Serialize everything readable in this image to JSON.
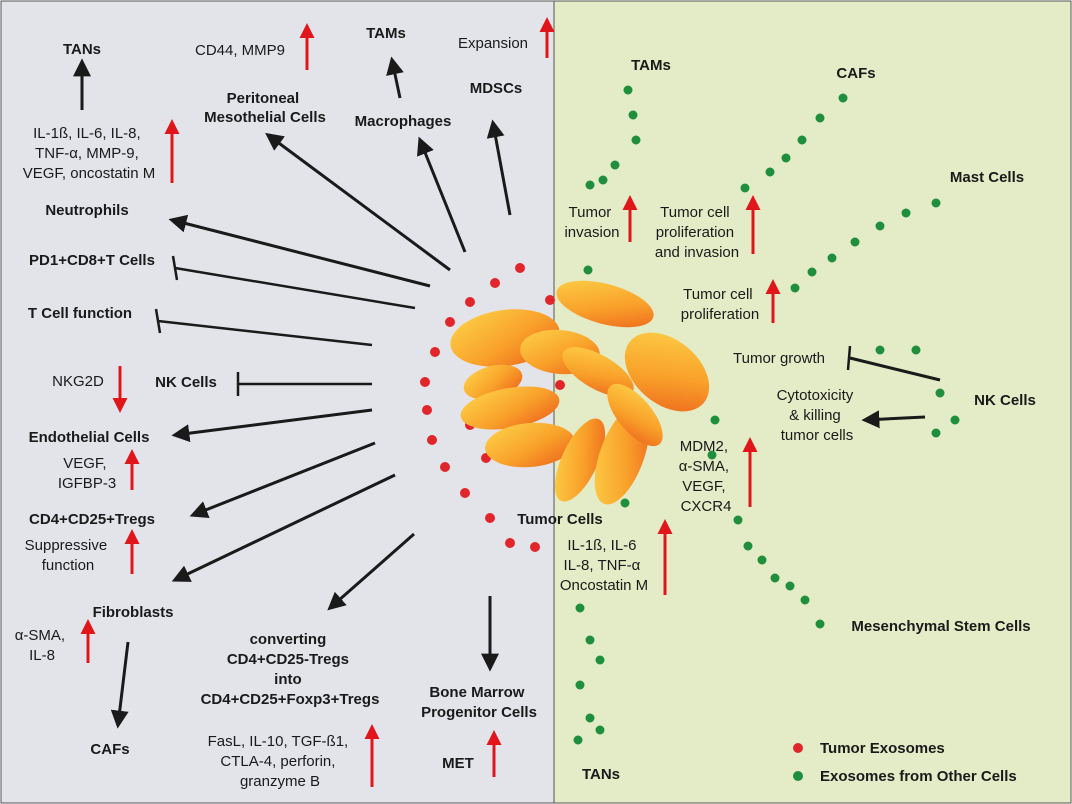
{
  "colors": {
    "left_panel": "#e3e4ea",
    "right_panel": "#e4ebc7",
    "tumor_exosome": "#e0262a",
    "other_exosome": "#1f8f3e",
    "up_arrow": "#e0161b",
    "arrow": "#1a1a1a",
    "tumor_cell_light": "#fbc02d",
    "tumor_cell_dark": "#ef6c1a"
  },
  "left": {
    "tans": "TANs",
    "tans_factors": [
      "IL-1ß, IL-6, IL-8,",
      "TNF-α, MMP-9,",
      "VEGF, oncostatin M"
    ],
    "neutrophils": "Neutrophils",
    "cd44": "CD44, MMP9",
    "peritoneal": [
      "Peritoneal",
      "Mesothelial Cells"
    ],
    "tams": "TAMs",
    "macrophages": "Macrophages",
    "expansion": "Expansion",
    "mdscs": "MDSCs",
    "pd1": "PD1+CD8+T Cells",
    "tcell": "T Cell function",
    "nkg2d": "NKG2D",
    "nk": "NK Cells",
    "endothelial": "Endothelial Cells",
    "endo_factors": [
      "VEGF,",
      "IGFBP-3"
    ],
    "tregs": "CD4+CD25+Tregs",
    "suppressive": [
      "Suppressive",
      "function"
    ],
    "fibroblasts": "Fibroblasts",
    "fibro_factors": [
      "α-SMA,",
      "IL-8"
    ],
    "cafs": "CAFs",
    "converting": [
      "converting",
      "CD4+CD25-Tregs",
      "into",
      "CD4+CD25+Foxp3+Tregs"
    ],
    "conv_factors": [
      "FasL, IL-10, TGF-ß1,",
      "CTLA-4, perforin,",
      "granzyme B"
    ],
    "bone_marrow": [
      "Bone Marrow",
      "Progenitor Cells"
    ],
    "met": "MET"
  },
  "center": {
    "tumor_cells": "Tumor Cells"
  },
  "right": {
    "tams": "TAMs",
    "cafs": "CAFs",
    "mast": "Mast Cells",
    "tumor_invasion": [
      "Tumor",
      "invasion"
    ],
    "prolif_invasion": [
      "Tumor cell",
      "proliferation",
      "and invasion"
    ],
    "tumor_prolif": [
      "Tumor cell",
      "proliferation"
    ],
    "tumor_growth": "Tumor growth",
    "cytotoxicity": [
      "Cytotoxicity",
      "& killing",
      "tumor cells"
    ],
    "nk": "NK Cells",
    "mdm2": [
      "MDM2,",
      "α-SMA,",
      "VEGF,",
      "CXCR4"
    ],
    "il_factors": [
      "IL-1ß, IL-6",
      "IL-8, TNF-α",
      "Oncostatin M"
    ],
    "msc": "Mesenchymal Stem Cells",
    "tans": "TANs"
  },
  "legend": {
    "tumor_exosomes": "Tumor Exosomes",
    "other_exosomes": "Exosomes from Other Cells"
  }
}
